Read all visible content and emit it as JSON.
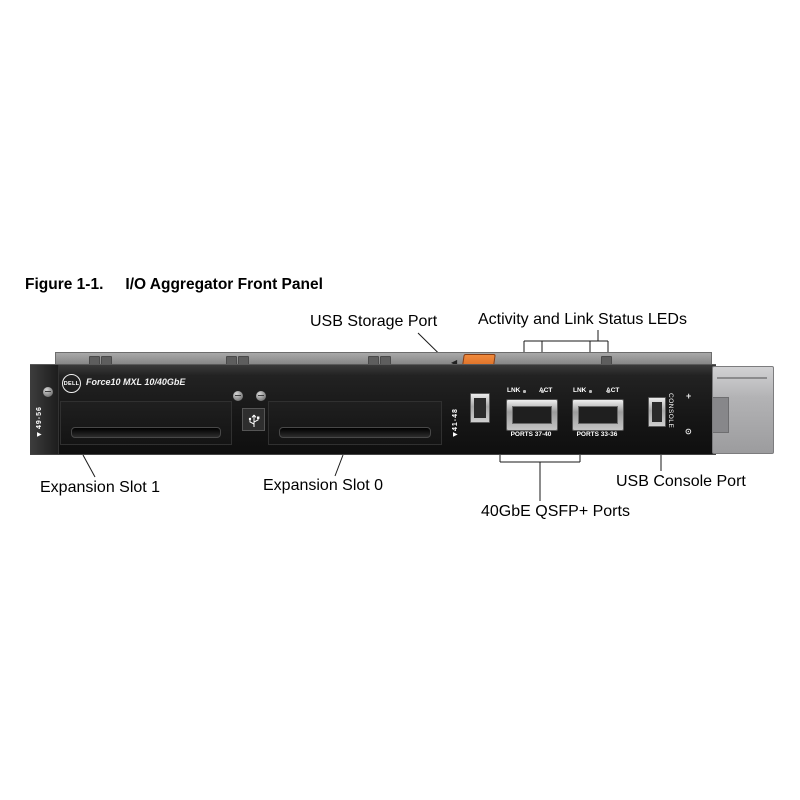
{
  "figure": {
    "label": "Figure 1-1.",
    "title": "I/O Aggregator Front Panel"
  },
  "callouts": {
    "usb_storage": "USB Storage Port",
    "leds": "Activity and Link Status LEDs",
    "slot1": "Expansion Slot 1",
    "slot0": "Expansion Slot 0",
    "console": "USB Console Port",
    "qsfp": "40GbE QSFP+ Ports"
  },
  "panel": {
    "brand": "DELL",
    "model": "Force10 MXL 10/40GbE",
    "label_49_56": "49-56",
    "label_41_48": "41-48",
    "lnk": "LNK",
    "act": "ACT",
    "ports_37_40": "PORTS 37-40",
    "ports_33_36": "PORTS 33-36",
    "console": "CONSOLE"
  },
  "icons": {
    "triangle_right": "▶",
    "triangle_left": "◀",
    "plus": "+",
    "ring": "⊙"
  },
  "colors": {
    "chassis": "#1c1c1c",
    "latch_orange": "#e0672a",
    "handle_gray": "#b5b5b7",
    "callout_line": "#1a1a1a"
  }
}
